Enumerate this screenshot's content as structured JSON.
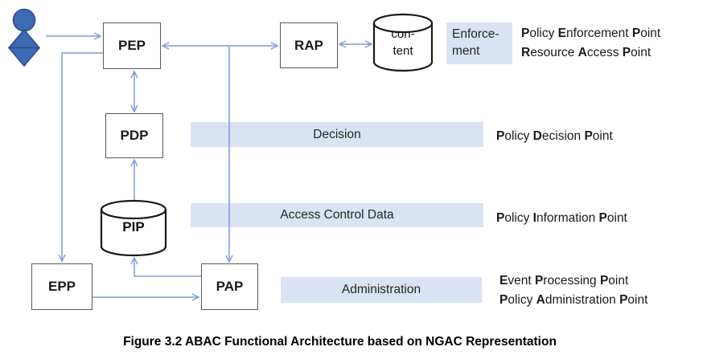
{
  "nodes": {
    "pep": "PEP",
    "rap": "RAP",
    "pdp": "PDP",
    "pip": "PIP",
    "epp": "EPP",
    "pap": "PAP",
    "content_line1": "con-",
    "content_line2": "tent"
  },
  "bands": {
    "enforcement_line1": "Enforce-",
    "enforcement_line2": "ment",
    "decision": "Decision",
    "access_control_data": "Access Control Data",
    "administration": "Administration"
  },
  "legend": {
    "lines": [
      {
        "id": "policy-enforcement-point",
        "parts": [
          {
            "t": "P",
            "b": true
          },
          {
            "t": "olicy "
          },
          {
            "t": "E",
            "b": true
          },
          {
            "t": "nforcement "
          },
          {
            "t": "P",
            "b": true
          },
          {
            "t": "oint"
          }
        ]
      },
      {
        "id": "resource-access-point",
        "parts": [
          {
            "t": "R",
            "b": true
          },
          {
            "t": "esource "
          },
          {
            "t": "A",
            "b": true
          },
          {
            "t": "ccess "
          },
          {
            "t": "P",
            "b": true
          },
          {
            "t": "oint"
          }
        ]
      },
      {
        "id": "policy-decision-point",
        "parts": [
          {
            "t": "P",
            "b": true
          },
          {
            "t": "olicy "
          },
          {
            "t": "D",
            "b": true
          },
          {
            "t": "ecision "
          },
          {
            "t": "P",
            "b": true
          },
          {
            "t": "oint"
          }
        ]
      },
      {
        "id": "policy-information-point",
        "parts": [
          {
            "t": "P",
            "b": true
          },
          {
            "t": "olicy "
          },
          {
            "t": "I",
            "b": true
          },
          {
            "t": "nformation "
          },
          {
            "t": "P",
            "b": true
          },
          {
            "t": "oint"
          }
        ]
      },
      {
        "id": "event-processing-point",
        "parts": [
          {
            "t": "E",
            "b": true
          },
          {
            "t": "vent "
          },
          {
            "t": "P",
            "b": true
          },
          {
            "t": "rocessing "
          },
          {
            "t": "P",
            "b": true
          },
          {
            "t": "oint"
          }
        ]
      },
      {
        "id": "policy-administration-point",
        "parts": [
          {
            "t": "P",
            "b": true
          },
          {
            "t": "olicy "
          },
          {
            "t": "A",
            "b": true
          },
          {
            "t": "dministration "
          },
          {
            "t": "P",
            "b": true
          },
          {
            "t": "oint"
          }
        ]
      }
    ]
  },
  "caption": "Figure 3.2 ABAC Functional Architecture based on NGAC Representation",
  "colors": {
    "band_background": "#dae3f3",
    "arrow_blue": "#7e9cd9",
    "box_border_gray": "#595959",
    "person_blue": "#3e69b3",
    "cylinder_outline": "#1a1a1a"
  }
}
